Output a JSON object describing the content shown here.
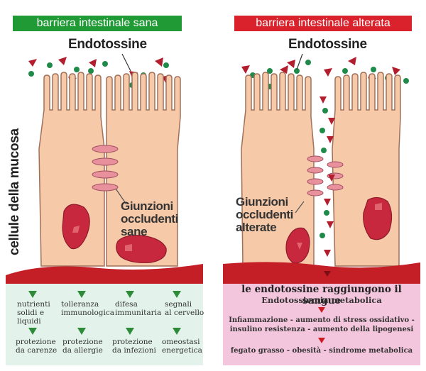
{
  "left_panel": {
    "header": "barriera intestinale sana",
    "header_color": "#1f9a35",
    "endotoxin_label": "Endotossine",
    "junction_label": [
      "Giunzioni",
      "occludenti",
      "sane"
    ],
    "side_label": "cellule della mucosa",
    "effects_row1": [
      [
        "nutrienti",
        "solidi e",
        "liquidi"
      ],
      [
        "tolleranza",
        "immunologica"
      ],
      [
        "difesa",
        "immunitaria"
      ],
      [
        "segnali",
        "al cervello"
      ]
    ],
    "effects_row2": [
      [
        "protezione",
        "da carenze"
      ],
      [
        "protezione",
        "da allergie"
      ],
      [
        "protezione",
        "da infezioni"
      ],
      [
        "omeostasi",
        "energetica"
      ]
    ]
  },
  "right_panel": {
    "header": "barriera intestinale alterata",
    "header_color": "#d9222b",
    "endotoxin_label": "Endotossine",
    "junction_label": [
      "Giunzioni",
      "occludenti",
      "alterate"
    ],
    "blood_title": "le endotossine raggiungono il sangue",
    "blood_subtitle": "Endotossiemia metabolica",
    "effect_line1": "Infiammazione - aumento di stress ossidativo -",
    "effect_line2": "insulino resistenza - aumento della lipogenesi",
    "effect_line3": "fegato grasso - obesità - sindrome metabolica"
  },
  "colors": {
    "cell_fill": "#f6c9a8",
    "cell_stroke": "#a0705a",
    "nucleus": "#c8283d",
    "blood": "#c41e26",
    "healthy_box": "#e3f3ec",
    "altered_box": "#f4c6dd",
    "endotoxin_red": "#b21e2e",
    "endotoxin_green": "#1f8a4a"
  }
}
